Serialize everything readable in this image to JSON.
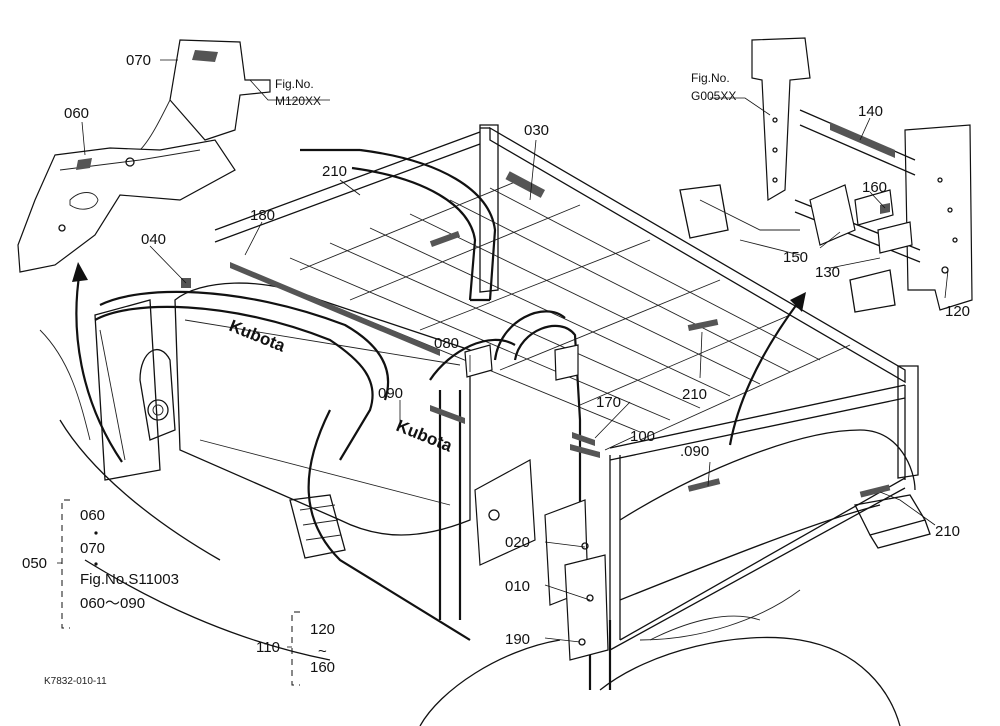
{
  "labels": {
    "p060_top": "060",
    "p070_top": "070",
    "p210_a": "210",
    "p180": "180",
    "p040": "040",
    "p030": "030",
    "p080": "080",
    "p090_a": "090",
    "p170": "170",
    "p210_b": "210",
    "p100": "100",
    "p090_b": ".090",
    "p210_c": "210",
    "p020": "020",
    "p010": "010",
    "p190": "190",
    "p140": "140",
    "p160": "160",
    "p150": "150",
    "p130": "130",
    "p120": "120"
  },
  "fig_refs": {
    "m120": {
      "line1": "Fig.No.",
      "line2": "M120XX"
    },
    "g005": {
      "line1": "Fig.No.",
      "line2": "G005XX"
    }
  },
  "legend_050": {
    "group": "050",
    "items": [
      "060",
      "070",
      "Fig.No.S11003",
      "060～090"
    ]
  },
  "legend_110": {
    "group": "110",
    "from": "120",
    "sep": "~",
    "to": "160"
  },
  "brand_marks": [
    "Kubota",
    "Kubota"
  ],
  "drawing_code": "K7832-010-11"
}
